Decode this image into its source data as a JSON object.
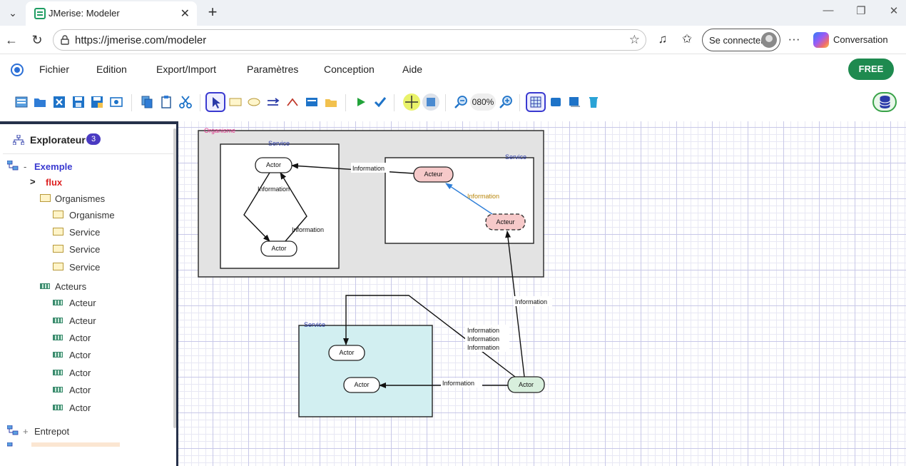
{
  "browser": {
    "tab_title": "JMerise: Modeler",
    "url": "https://jmerise.com/modeler",
    "signin_label": "Se connecter",
    "copilot_label": "Conversation"
  },
  "menu": {
    "items": [
      "Fichier",
      "Edition",
      "Export/Import",
      "Paramètres",
      "Conception",
      "Aide"
    ],
    "free_label": "FREE"
  },
  "toolbar": {
    "zoom": "080%"
  },
  "explorer": {
    "title": "Explorateur",
    "badge": "3",
    "project": "Exemple",
    "project_toggle": "-",
    "flux": "flux",
    "organismes_label": "Organismes",
    "organismes": [
      "Organisme",
      "Service",
      "Service",
      "Service"
    ],
    "acteurs_label": "Acteurs",
    "acteurs": [
      "Acteur",
      "Acteur",
      "Actor",
      "Actor",
      "Actor",
      "Actor",
      "Actor"
    ],
    "entrepot_toggle": "+",
    "entrepot": "Entrepot"
  },
  "diagram": {
    "organisme_label": "Organisme",
    "service1_label": "Service",
    "service2_label": "Service",
    "service3_label": "Service",
    "actor_top": "Actor",
    "actor_bottom": "Actor",
    "acteur_upper": "Acteur",
    "acteur_lower": "Acteur",
    "actor_s3_top": "Actor",
    "actor_s3_bottom": "Actor",
    "actor_external": "Actor",
    "flow_label": "Information",
    "colors": {
      "organisme_fill": "#e3e3e3",
      "service3_fill": "#d2eff1",
      "acteur_fill": "#f6c9c9",
      "external_fill": "#d8efdd",
      "organisme_label": "#e0338a",
      "service_label": "#2a3aa8",
      "blue_flow": "#2f7fd8",
      "blue_label": "#b8860b"
    }
  }
}
